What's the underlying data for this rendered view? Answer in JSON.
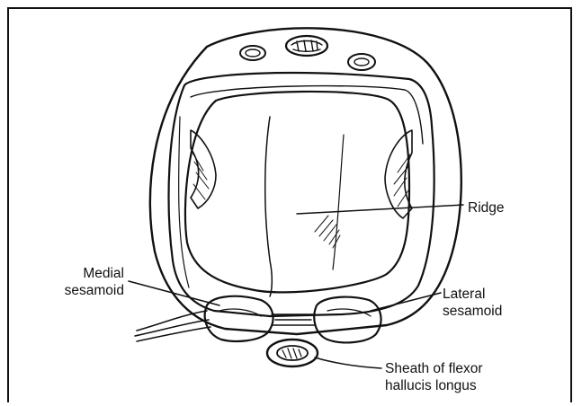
{
  "labels": {
    "ridge": "Ridge",
    "medial_line1": "Medial",
    "medial_line2": "sesamoid",
    "lateral_line1": "Lateral",
    "lateral_line2": "sesamoid",
    "sheath_line1": "Sheath of flexor",
    "sheath_line2": "hallucis longus"
  },
  "colors": {
    "ink": "#111111",
    "background": "#ffffff"
  }
}
